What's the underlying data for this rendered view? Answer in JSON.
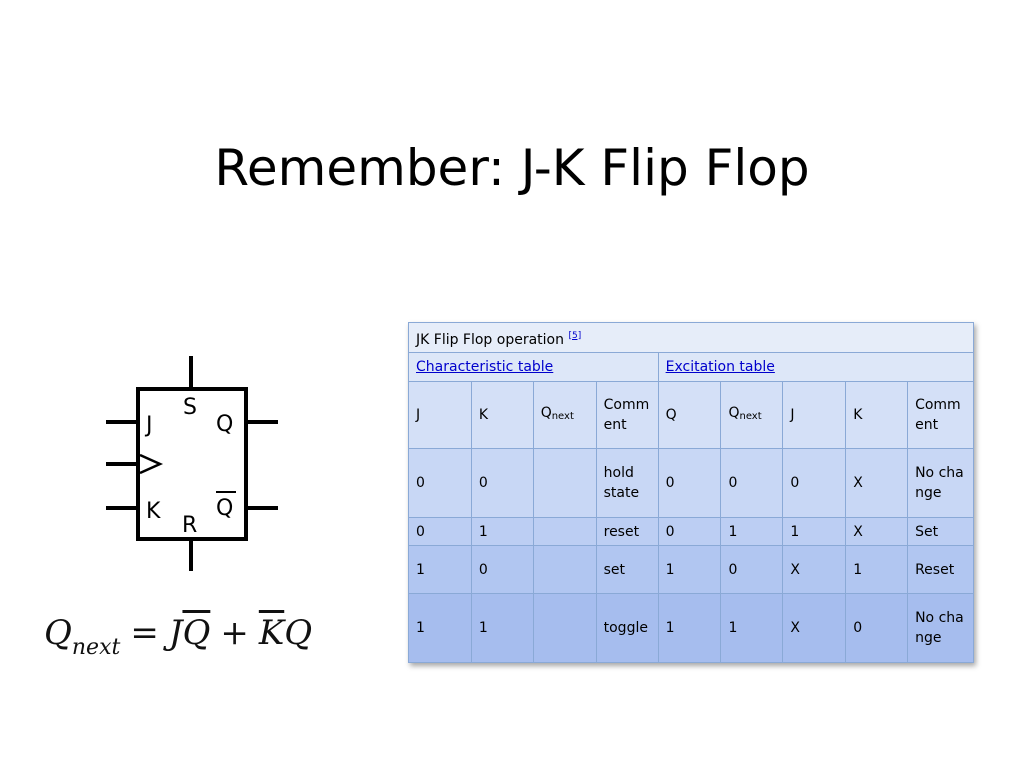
{
  "title": "Remember: J-K Flip Flop",
  "symbol": {
    "j_label": "J",
    "k_label": "K",
    "s_label": "S",
    "r_label": "R",
    "q_label": "Q",
    "qbar_label": "Q"
  },
  "equation": {
    "q": "Q",
    "next": "next",
    "eq": "=",
    "j": "J",
    "q_bar": "Q",
    "plus": "+",
    "k_bar": "K",
    "q2": "Q"
  },
  "table": {
    "caption": "JK Flip Flop operation",
    "ref": "[5]",
    "characteristic_label": "Characteristic table",
    "excitation_label": "Excitation table",
    "headers": {
      "j": "J",
      "k": "K",
      "qnext_q": "Q",
      "qnext_sub": "next",
      "comment": "Comment",
      "q": "Q",
      "ex_qnext_q": "Q",
      "ex_qnext_sub": "next",
      "ex_j": "J",
      "ex_k": "K",
      "ex_comment": "Comment"
    },
    "rows": [
      {
        "j": "0",
        "k": "0",
        "qnext": "",
        "comment": "hold state",
        "q": "0",
        "ex_qnext": "0",
        "ex_j": "0",
        "ex_k": "X",
        "ex_comment": "No change"
      },
      {
        "j": "0",
        "k": "1",
        "qnext": "",
        "comment": "reset",
        "q": "0",
        "ex_qnext": "1",
        "ex_j": "1",
        "ex_k": "X",
        "ex_comment": "Set"
      },
      {
        "j": "1",
        "k": "0",
        "qnext": "",
        "comment": "set",
        "q": "1",
        "ex_qnext": "0",
        "ex_j": "X",
        "ex_k": "1",
        "ex_comment": "Reset"
      },
      {
        "j": "1",
        "k": "1",
        "qnext": "",
        "comment": "toggle",
        "q": "1",
        "ex_qnext": "1",
        "ex_j": "X",
        "ex_k": "0",
        "ex_comment": "No change"
      }
    ]
  }
}
